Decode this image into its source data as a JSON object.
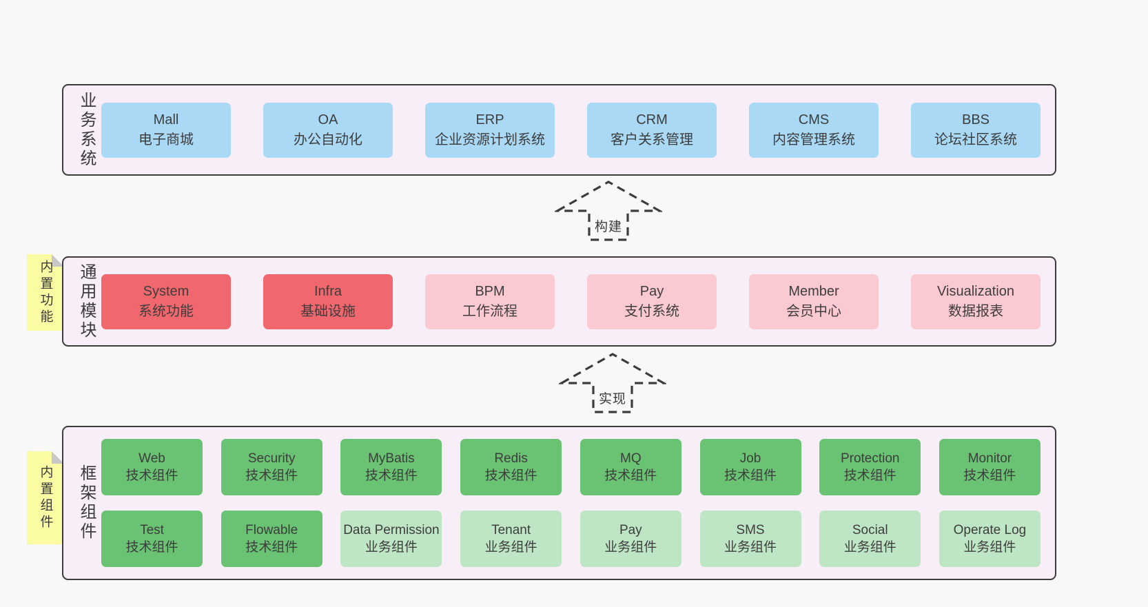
{
  "colors": {
    "page_bg": "#f8f8f8",
    "container_bg": "#f8eef8",
    "container_border": "#3b3b3b",
    "blue_box": "#a9d9f5",
    "red_box": "#f0686e",
    "pink_box": "#fbc9d1",
    "green_dark_box": "#6ac273",
    "green_light_box": "#bfe6c4",
    "note_yellow": "#fbfba4",
    "note_fold_gray": "#c8c8c8",
    "text": "#3d3d3d"
  },
  "arrows": [
    {
      "label": "构建"
    },
    {
      "label": "实现"
    }
  ],
  "layers": {
    "business": {
      "label": "业务系统",
      "boxes": [
        {
          "name": "Mall",
          "desc": "电子商城",
          "type": "blue"
        },
        {
          "name": "OA",
          "desc": "办公自动化",
          "type": "blue"
        },
        {
          "name": "ERP",
          "desc": "企业资源计划系统",
          "type": "blue"
        },
        {
          "name": "CRM",
          "desc": "客户关系管理",
          "type": "blue"
        },
        {
          "name": "CMS",
          "desc": "内容管理系统",
          "type": "blue"
        },
        {
          "name": "BBS",
          "desc": "论坛社区系统",
          "type": "blue"
        }
      ]
    },
    "modules": {
      "label": "通用模块",
      "note": "内置功能",
      "boxes": [
        {
          "name": "System",
          "desc": "系统功能",
          "type": "red"
        },
        {
          "name": "Infra",
          "desc": "基础设施",
          "type": "red"
        },
        {
          "name": "BPM",
          "desc": "工作流程",
          "type": "pink"
        },
        {
          "name": "Pay",
          "desc": "支付系统",
          "type": "pink"
        },
        {
          "name": "Member",
          "desc": "会员中心",
          "type": "pink"
        },
        {
          "name": "Visualization",
          "desc": "数据报表",
          "type": "pink"
        }
      ]
    },
    "components": {
      "label": "框架组件",
      "note": "内置组件",
      "row1": [
        {
          "name": "Web",
          "desc": "技术组件",
          "type": "green-dark"
        },
        {
          "name": "Security",
          "desc": "技术组件",
          "type": "green-dark"
        },
        {
          "name": "MyBatis",
          "desc": "技术组件",
          "type": "green-dark"
        },
        {
          "name": "Redis",
          "desc": "技术组件",
          "type": "green-dark"
        },
        {
          "name": "MQ",
          "desc": "技术组件",
          "type": "green-dark"
        },
        {
          "name": "Job",
          "desc": "技术组件",
          "type": "green-dark"
        },
        {
          "name": "Protection",
          "desc": "技术组件",
          "type": "green-dark"
        },
        {
          "name": "Monitor",
          "desc": "技术组件",
          "type": "green-dark"
        }
      ],
      "row2": [
        {
          "name": "Test",
          "desc": "技术组件",
          "type": "green-dark"
        },
        {
          "name": "Flowable",
          "desc": "技术组件",
          "type": "green-dark"
        },
        {
          "name": "Data Permission",
          "desc": "业务组件",
          "type": "green-light"
        },
        {
          "name": "Tenant",
          "desc": "业务组件",
          "type": "green-light"
        },
        {
          "name": "Pay",
          "desc": "业务组件",
          "type": "green-light"
        },
        {
          "name": "SMS",
          "desc": "业务组件",
          "type": "green-light"
        },
        {
          "name": "Social",
          "desc": "业务组件",
          "type": "green-light"
        },
        {
          "name": "Operate Log",
          "desc": "业务组件",
          "type": "green-light"
        }
      ]
    }
  }
}
